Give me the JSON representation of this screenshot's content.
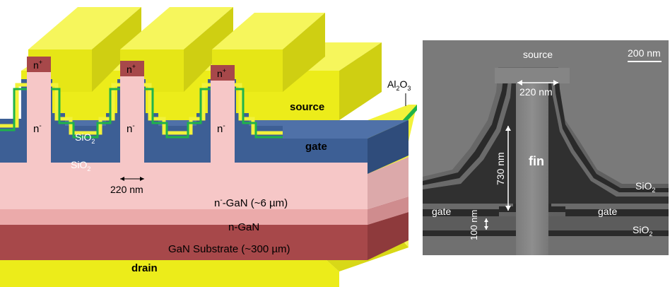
{
  "schematic": {
    "labels": {
      "n_plus": "n",
      "n_plus_sup": "+",
      "n_minus": "n",
      "n_minus_sup": "-",
      "sio2_base": "SiO",
      "sio2_sub": "2",
      "source": "source",
      "gate": "gate",
      "al2o3_a": "Al",
      "al2o3_sub1": "2",
      "al2o3_b": "O",
      "al2o3_sub2": "3",
      "fin_width": "220 nm",
      "drift_layer": "n",
      "drift_layer_sup": "-",
      "drift_layer_rest": "-GaN (~6 µm)",
      "n_gan": "n-GaN",
      "substrate": "GaN Substrate (~300 µm)",
      "drain": "drain"
    },
    "colors": {
      "source_metal": "#ecec1a",
      "gate_metal": "#f2f23a",
      "al2o3": "#1fb34a",
      "sio2": "#3d5f95",
      "n_minus_gan": "#f6c7c7",
      "n_gan": "#ebaaaa",
      "substrate": "#a7484a",
      "drain": "#f2f23a"
    }
  },
  "sem": {
    "labels": {
      "source": "source",
      "scale_bar": "200 nm",
      "fin_top_width": "220 nm",
      "fin_height": "730 nm",
      "fin": "fin",
      "sio2_right_base": "SiO",
      "sio2_right_sub": "2",
      "gate_left": "gate",
      "gate_right": "gate",
      "gate_thickness": "100 nm",
      "sio2_bottom_base": "SiO",
      "sio2_bottom_sub": "2"
    }
  }
}
